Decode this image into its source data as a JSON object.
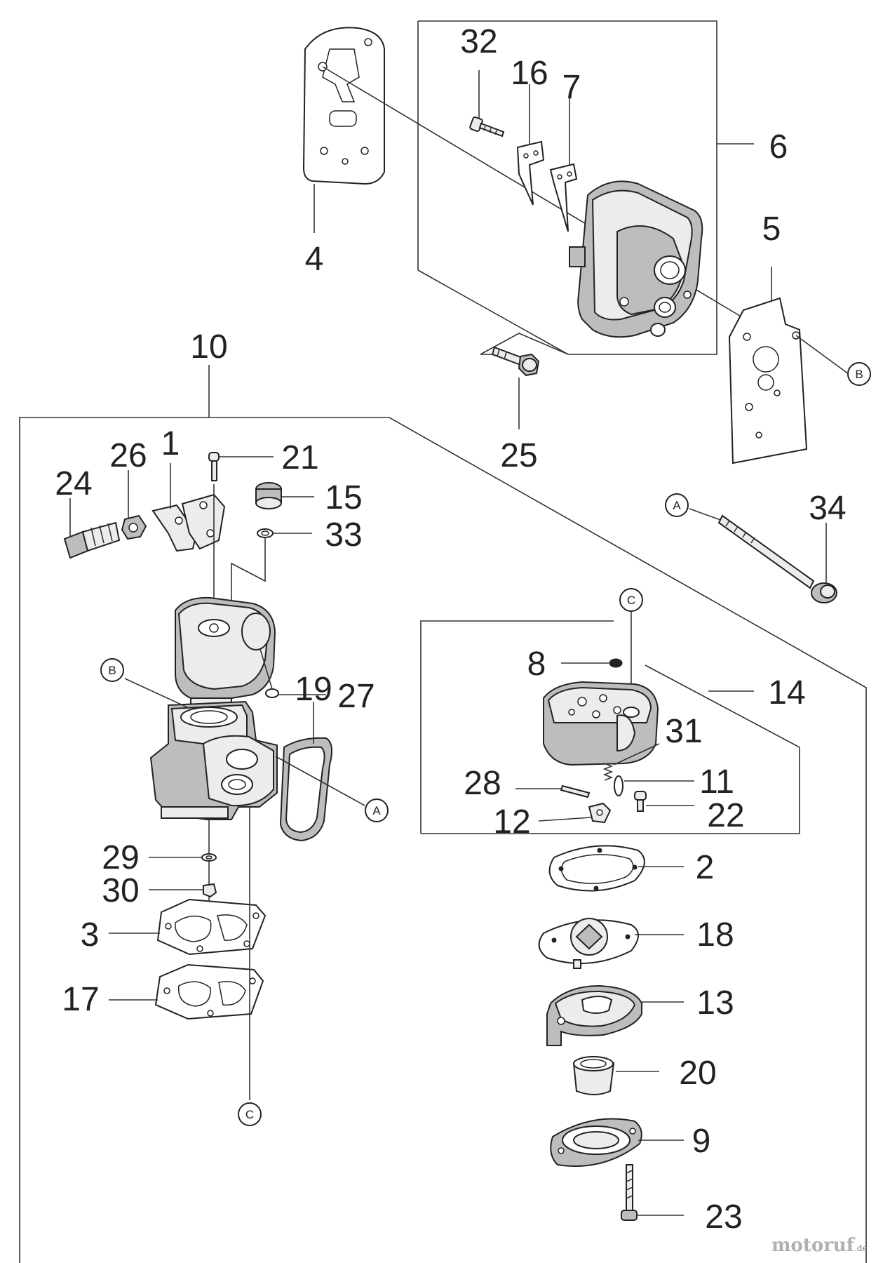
{
  "callouts": {
    "c1": "1",
    "c2": "2",
    "c3": "3",
    "c4": "4",
    "c5": "5",
    "c6": "6",
    "c7": "7",
    "c8": "8",
    "c9": "9",
    "c10": "10",
    "c11": "11",
    "c12": "12",
    "c13": "13",
    "c14": "14",
    "c15": "15",
    "c16": "16",
    "c17": "17",
    "c18": "18",
    "c19": "19",
    "c20": "20",
    "c21": "21",
    "c22": "22",
    "c23": "23",
    "c24": "24",
    "c25": "25",
    "c26": "26",
    "c27": "27",
    "c28": "28",
    "c29": "29",
    "c30": "30",
    "c31": "31",
    "c32": "32",
    "c33": "33",
    "c34": "34"
  },
  "refs": {
    "a": "A",
    "b": "B",
    "c": "C"
  },
  "watermark": {
    "text": "motoruf",
    "suffix": ".de"
  },
  "colors": {
    "line": "#333333",
    "part_fill": "#ececec",
    "part_shade": "#bdbdbd",
    "background": "#ffffff"
  }
}
